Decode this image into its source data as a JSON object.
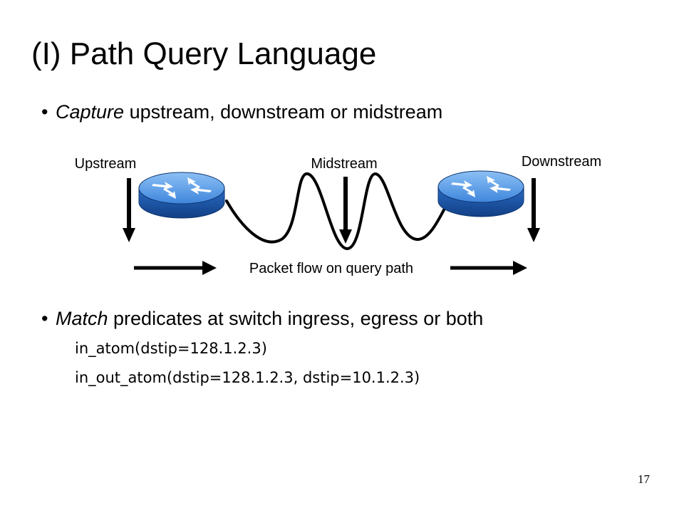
{
  "slide": {
    "title": "(I) Path Query Language",
    "bullets": [
      {
        "emphasis": "Capture",
        "rest": " upstream, downstream or midstream"
      },
      {
        "emphasis": "Match",
        "rest": " predicates at switch ingress, egress or both"
      }
    ],
    "code_lines": [
      "in_atom(dstip=128.1.2.3)",
      "in_out_atom(dstip=128.1.2.3, dstip=10.1.2.3)"
    ],
    "page_number": "17"
  },
  "diagram": {
    "labels": {
      "upstream": "Upstream",
      "midstream": "Midstream",
      "downstream": "Downstream",
      "flow": "Packet flow on query path"
    },
    "icons": [
      "router-icon",
      "router-icon"
    ],
    "colors": {
      "router_top": "#5f9ee6",
      "router_side": "#1f5fb8",
      "router_arrows": "#ffffff",
      "lines": "#000000"
    }
  }
}
